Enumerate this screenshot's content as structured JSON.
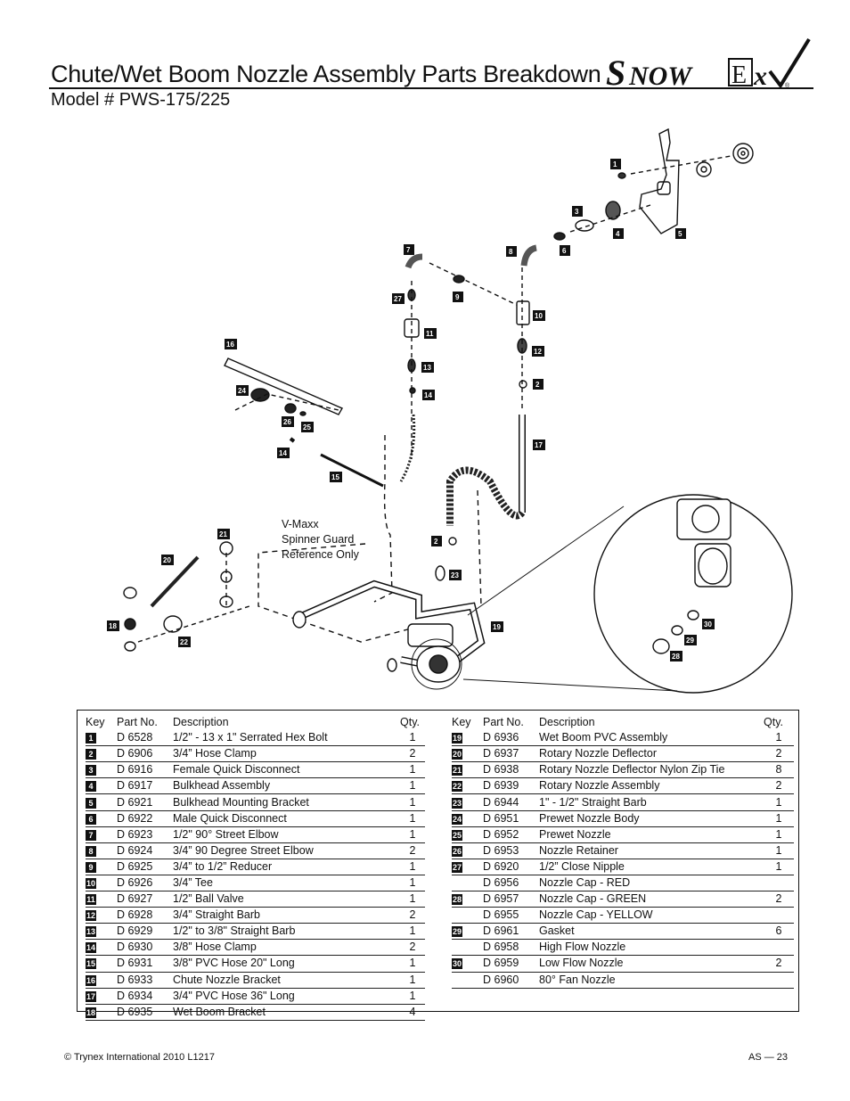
{
  "header": {
    "title": "Chute/Wet Boom Nozzle Assembly Parts Breakdown",
    "model": "Model # PWS-175/225",
    "brand": "SNOWEX",
    "brand_accent": "#111111"
  },
  "diagram": {
    "reference_note": [
      "V-Maxx",
      "Spinner Guard",
      "Reference Only"
    ],
    "callouts": [
      "1",
      "2",
      "3",
      "4",
      "5",
      "6",
      "7",
      "8",
      "9",
      "10",
      "11",
      "12",
      "13",
      "14",
      "15",
      "16",
      "17",
      "18",
      "19",
      "20",
      "21",
      "22",
      "23",
      "24",
      "25",
      "26",
      "27",
      "28",
      "29",
      "30"
    ]
  },
  "table": {
    "headers": {
      "key": "Key",
      "part": "Part No.",
      "desc": "Description",
      "qty": "Qty."
    },
    "left_rows": [
      {
        "key": "1",
        "part": "D 6528",
        "desc": "1/2\" - 13 x 1\" Serrated Hex Bolt",
        "qty": "1"
      },
      {
        "key": "2",
        "part": "D 6906",
        "desc": "3/4” Hose Clamp",
        "qty": "2"
      },
      {
        "key": "3",
        "part": "D 6916",
        "desc": "Female Quick Disconnect",
        "qty": "1"
      },
      {
        "key": "4",
        "part": "D 6917",
        "desc": "Bulkhead Assembly",
        "qty": "1"
      },
      {
        "key": "5",
        "part": "D 6921",
        "desc": "Bulkhead Mounting Bracket",
        "qty": "1"
      },
      {
        "key": "6",
        "part": "D 6922",
        "desc": "Male Quick Disconnect",
        "qty": "1"
      },
      {
        "key": "7",
        "part": "D 6923",
        "desc": "1/2\" 90° Street Elbow",
        "qty": "1"
      },
      {
        "key": "8",
        "part": "D 6924",
        "desc": "3/4” 90 Degree Street Elbow",
        "qty": "2"
      },
      {
        "key": "9",
        "part": "D 6925",
        "desc": "3/4” to 1/2” Reducer",
        "qty": "1"
      },
      {
        "key": "10",
        "part": "D 6926",
        "desc": "3/4” Tee",
        "qty": "1"
      },
      {
        "key": "11",
        "part": "D 6927",
        "desc": "1/2” Ball Valve",
        "qty": "1"
      },
      {
        "key": "12",
        "part": "D 6928",
        "desc": "3/4” Straight Barb",
        "qty": "2"
      },
      {
        "key": "13",
        "part": "D 6929",
        "desc": "1/2\" to 3/8\" Straight Barb",
        "qty": "1"
      },
      {
        "key": "14",
        "part": "D 6930",
        "desc": "3/8” Hose Clamp",
        "qty": "2"
      },
      {
        "key": "15",
        "part": "D 6931",
        "desc": "3/8\" PVC Hose 20\" Long",
        "qty": "1"
      },
      {
        "key": "16",
        "part": "D 6933",
        "desc": "Chute Nozzle Bracket",
        "qty": "1"
      },
      {
        "key": "17",
        "part": "D 6934",
        "desc": "3/4\" PVC Hose 36\" Long",
        "qty": "1"
      },
      {
        "key": "18",
        "part": "D 6935",
        "desc": "Wet Boom Bracket",
        "qty": "4"
      }
    ],
    "right_rows": [
      {
        "key": "19",
        "part": "D 6936",
        "desc": "Wet Boom PVC Assembly",
        "qty": "1"
      },
      {
        "key": "20",
        "part": "D 6937",
        "desc": "Rotary Nozzle Deflector",
        "qty": "2"
      },
      {
        "key": "21",
        "part": "D 6938",
        "desc": "Rotary Nozzle Deflector Nylon Zip Tie",
        "qty": "8"
      },
      {
        "key": "22",
        "part": "D 6939",
        "desc": "Rotary Nozzle Assembly",
        "qty": "2"
      },
      {
        "key": "23",
        "part": "D 6944",
        "desc": "1\" - 1/2\" Straight Barb",
        "qty": "1"
      },
      {
        "key": "24",
        "part": "D 6951",
        "desc": "Prewet Nozzle Body",
        "qty": "1"
      },
      {
        "key": "25",
        "part": "D 6952",
        "desc": "Prewet Nozzle",
        "qty": "1"
      },
      {
        "key": "26",
        "part": "D 6953",
        "desc": "Nozzle Retainer",
        "qty": "1"
      },
      {
        "key": "27",
        "part": "D 6920",
        "desc": "1/2” Close Nipple",
        "qty": "1"
      },
      {
        "key": "",
        "part": "D 6956",
        "desc": "Nozzle Cap - RED",
        "qty": ""
      },
      {
        "key": "28",
        "part": "D 6957",
        "desc": "Nozzle Cap - GREEN",
        "qty": "2"
      },
      {
        "key": "",
        "part": "D 6955",
        "desc": "Nozzle Cap - YELLOW",
        "qty": ""
      },
      {
        "key": "29",
        "part": "D 6961",
        "desc": "Gasket",
        "qty": "6"
      },
      {
        "key": "",
        "part": "D 6958",
        "desc": "High Flow Nozzle",
        "qty": ""
      },
      {
        "key": "30",
        "part": "D 6959",
        "desc": "Low Flow Nozzle",
        "qty": "2"
      },
      {
        "key": "",
        "part": "D 6960",
        "desc": "80° Fan Nozzle",
        "qty": ""
      }
    ]
  },
  "footer": {
    "copyright": "© Trynex International 2010   L1217",
    "page": "AS — 23"
  }
}
